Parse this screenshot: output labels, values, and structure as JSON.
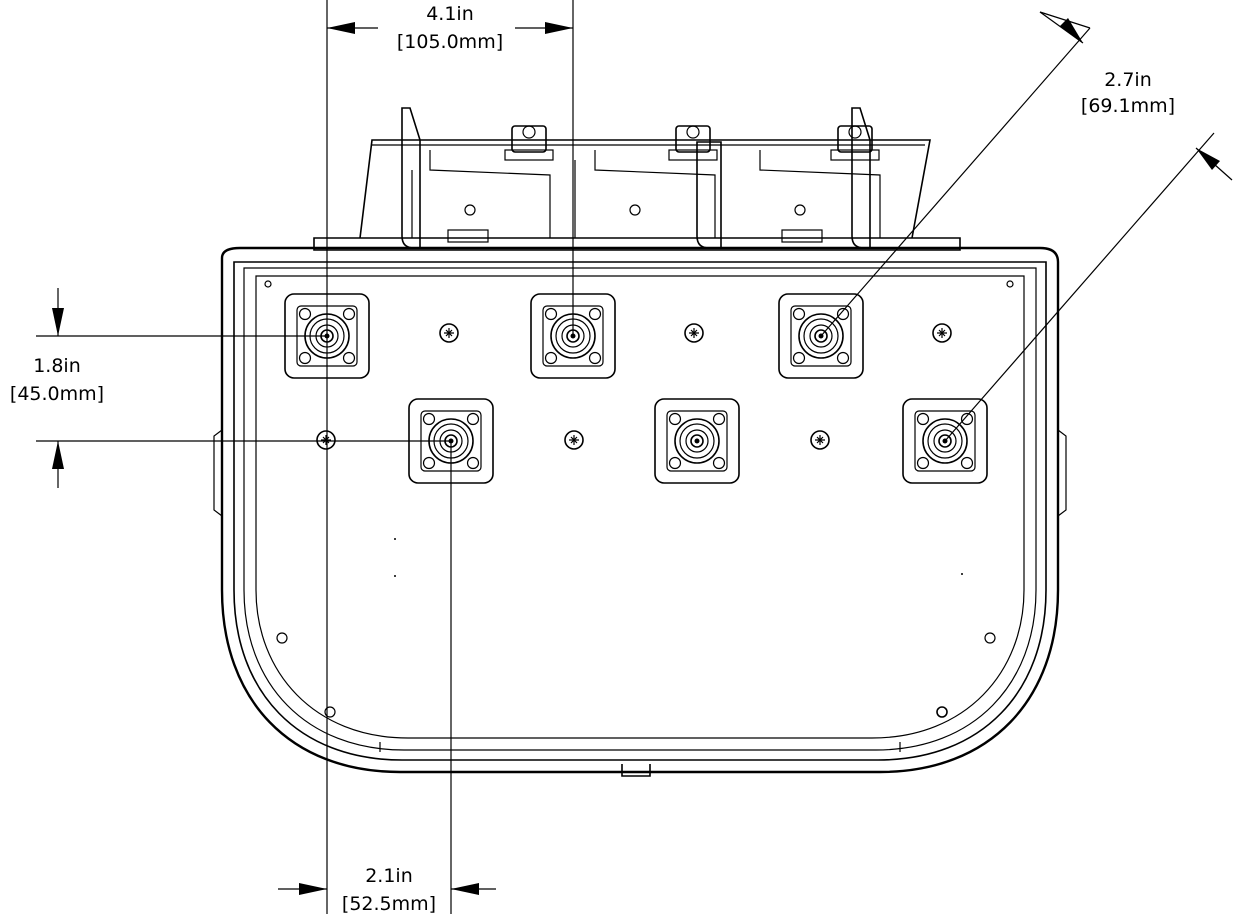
{
  "dimensions": {
    "top_spacing": {
      "imperial": "4.1in",
      "metric": "[105.0mm]"
    },
    "diagonal_spacing": {
      "imperial": "2.7in",
      "metric": "[69.1mm]"
    },
    "vertical_spacing": {
      "imperial": "1.8in",
      "metric": "[45.0mm]"
    },
    "bottom_spacing": {
      "imperial": "2.1in",
      "metric": "[52.5mm]"
    }
  },
  "connectors": {
    "top_row_count": 3,
    "bottom_row_count": 3
  }
}
